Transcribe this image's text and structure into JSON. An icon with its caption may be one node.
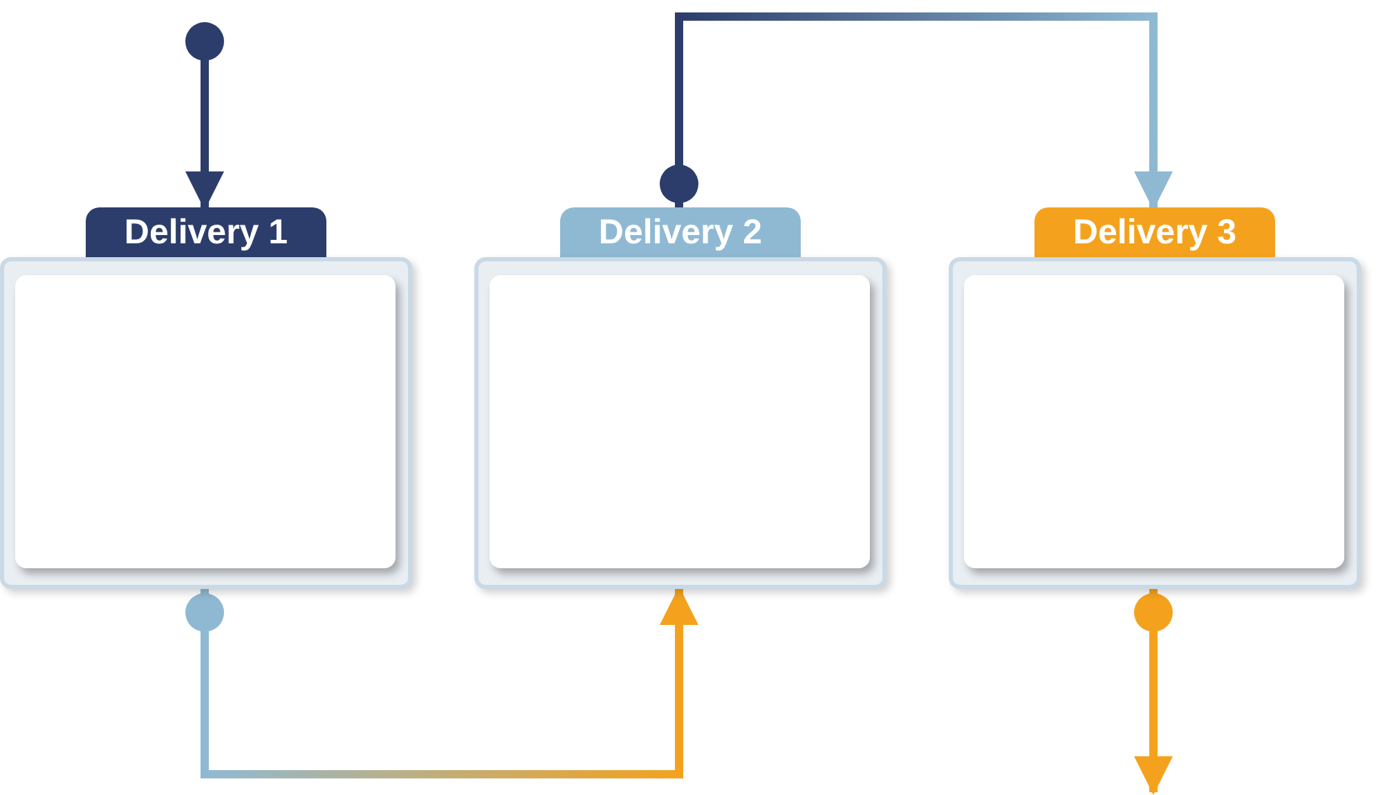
{
  "diagram": {
    "nodes": [
      {
        "text": [
          "Delivery 1"
        ]
      },
      {
        "text": [
          "Delivery 2"
        ]
      },
      {
        "text": [
          "Delivery 3"
        ]
      }
    ],
    "edges": [
      {
        "from": null,
        "to": 0,
        "arrow": "to"
      },
      {
        "from": 0,
        "to": 1,
        "arrow": "to"
      },
      {
        "from": 1,
        "to": 2,
        "arrow": "to"
      },
      {
        "from": 2,
        "to": null,
        "arrow": "to"
      }
    ]
  }
}
